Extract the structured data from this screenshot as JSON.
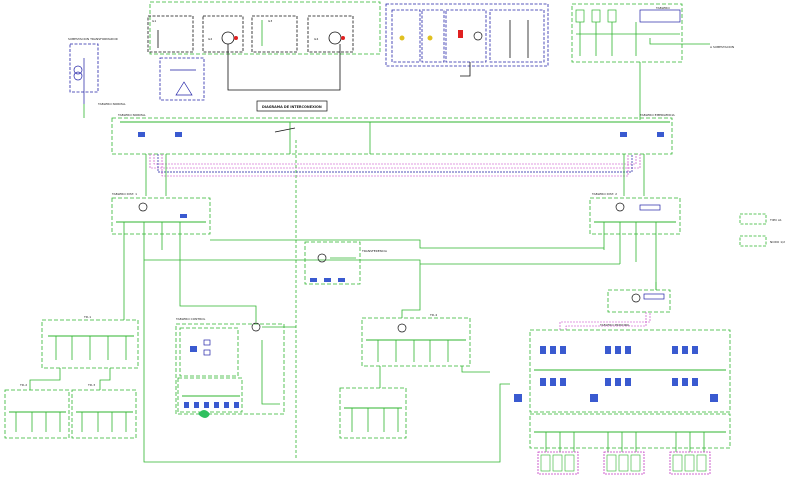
{
  "title_block": {
    "text": "DIAGRAMA DE INTERCONEXION"
  },
  "legend": [
    {
      "label": "TIPO A1"
    },
    {
      "label": "NODO 1/2"
    }
  ],
  "blocks": {
    "top_left_small": "SUBESTACION TRANSFORMADOR",
    "top_label_1": "G1",
    "top_label_2": "G2",
    "top_label_3": "G3",
    "top_label_4": "G4",
    "top_right_cabinet": "TABLERO",
    "main_bus_left": "TABLERO NORMAL",
    "main_bus_right": "TABLERO EMERGENCIA",
    "left_panel": "TABLERO DIST. 1",
    "right_panel": "TABLERO DIST. 2",
    "center_small": "TRANSFERENCIA",
    "lower_left_panel": "TD-1",
    "lower_left_a": "TD-2",
    "lower_left_b": "TD-3",
    "lower_center": "TABLERO CONTROL",
    "lower_center_right": "TD-4",
    "lower_right_big": "TABLERO PRINCIPAL",
    "right_label": "A SUBESTACION"
  },
  "colors": {
    "green": "#2fb52f",
    "blue": "#2323a8",
    "magenta": "#c238c2",
    "black": "#111111",
    "red": "#e02020"
  }
}
